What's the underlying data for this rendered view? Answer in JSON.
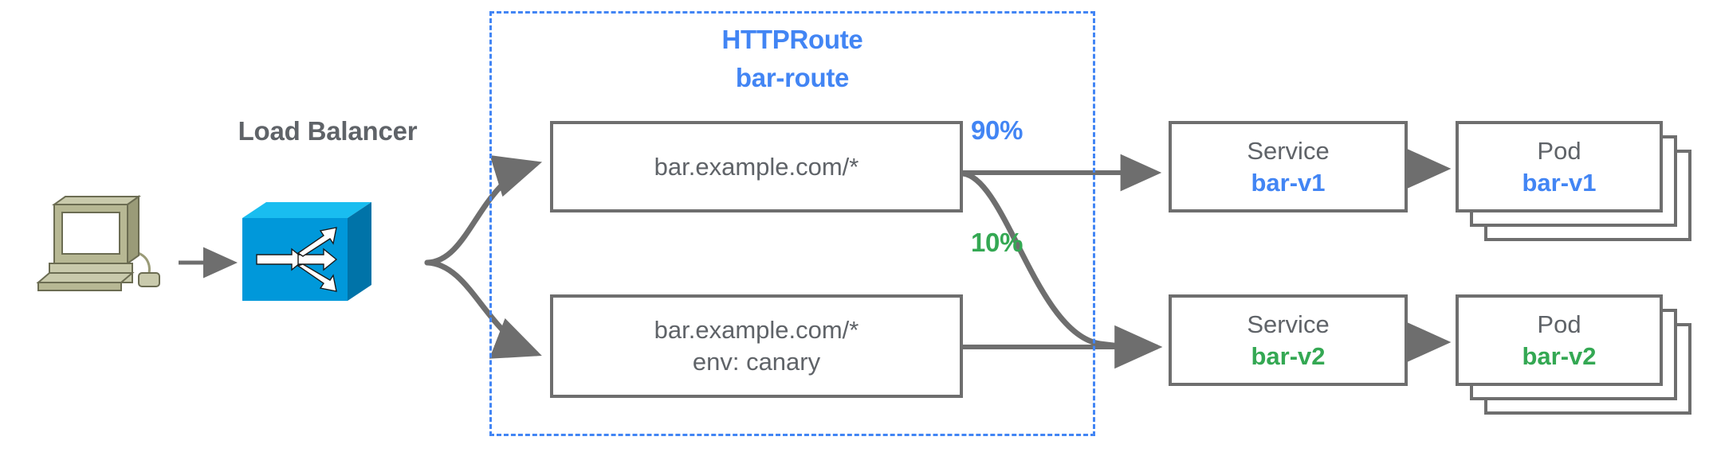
{
  "diagram": {
    "title": "HTTPRoute canary traffic split",
    "background": "#ffffff"
  },
  "colors": {
    "accent_blue": "#4285F4",
    "accent_green": "#34A853",
    "stroke_gray": "#6e6e6e",
    "text_gray": "#5f6368",
    "switch_blue_front": "#0098DA",
    "switch_blue_top": "#19BDF0",
    "switch_blue_side": "#0073A8",
    "client_beige": "#B7B894",
    "client_beige_light": "#C9CAAC",
    "client_beige_dark": "#9A9B78"
  },
  "client": {
    "icon": "desktop-computer-icon",
    "label": ""
  },
  "load_balancer": {
    "label": "Load Balancer",
    "icon": "network-switch-icon"
  },
  "route_group": {
    "kind_label": "HTTPRoute",
    "name_label": "bar-route",
    "border_style": "dashed",
    "border_color": "#4285F4"
  },
  "matches": [
    {
      "id": "match-1",
      "lines": [
        "bar.example.com/*"
      ]
    },
    {
      "id": "match-2",
      "lines": [
        "bar.example.com/*",
        "env: canary"
      ]
    }
  ],
  "weights": [
    {
      "id": "weight-90",
      "label": "90%",
      "value": 90,
      "color": "#4285F4",
      "target": "bar-v1"
    },
    {
      "id": "weight-10",
      "label": "10%",
      "value": 10,
      "color": "#34A853",
      "target": "bar-v2"
    }
  ],
  "services": [
    {
      "id": "service-1",
      "kind_label": "Service",
      "name_label": "bar-v1",
      "color": "#4285F4"
    },
    {
      "id": "service-2",
      "kind_label": "Service",
      "name_label": "bar-v2",
      "color": "#34A853"
    }
  ],
  "pods": [
    {
      "id": "pod-1",
      "kind_label": "Pod",
      "name_label": "bar-v1",
      "color": "#4285F4",
      "replicas": 3
    },
    {
      "id": "pod-2",
      "kind_label": "Pod",
      "name_label": "bar-v2",
      "color": "#34A853",
      "replicas": 3
    }
  ],
  "edges": [
    {
      "from": "client",
      "to": "load-balancer",
      "style": "straight-arrow"
    },
    {
      "from": "load-balancer",
      "to": "match-1",
      "style": "curved-arrow"
    },
    {
      "from": "load-balancer",
      "to": "match-2",
      "style": "curved-arrow"
    },
    {
      "from": "match-1",
      "to": "service-1",
      "style": "straight-arrow",
      "weight": "90%"
    },
    {
      "from": "match-1",
      "to": "service-2",
      "style": "s-curve-arrow",
      "weight": "10%"
    },
    {
      "from": "match-2",
      "to": "service-2",
      "style": "straight-arrow"
    },
    {
      "from": "service-1",
      "to": "pod-1",
      "style": "short-arrow"
    },
    {
      "from": "service-2",
      "to": "pod-2",
      "style": "short-arrow"
    }
  ]
}
